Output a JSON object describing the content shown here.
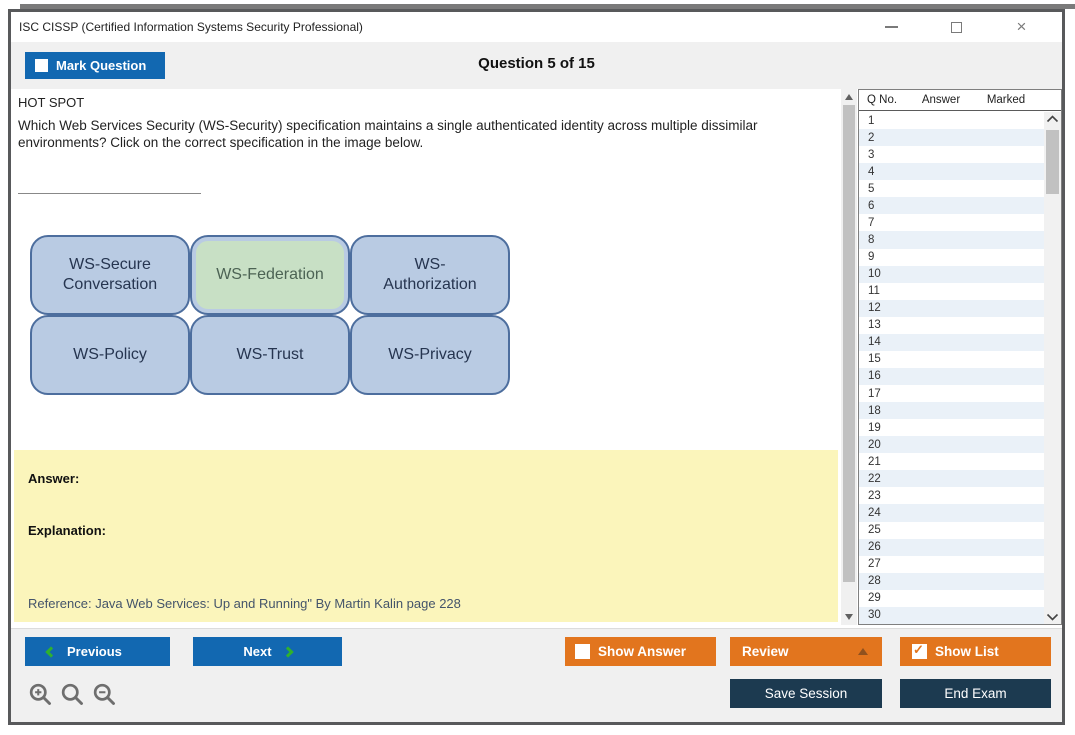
{
  "window": {
    "title": "ISC CISSP (Certified Information Systems Security Professional)",
    "controls": {
      "minimize": "minimize",
      "maximize": "maximize",
      "close": "×"
    }
  },
  "header": {
    "mark_question_label": "Mark Question",
    "mark_question_checked": false,
    "question_counter": "Question 5 of 15"
  },
  "question": {
    "type_label": "HOT SPOT",
    "text": "Which Web Services Security (WS-Security) specification maintains a single authenticated identity across multiple dissimilar environments? Click on the correct specification in the image below.",
    "diagram": {
      "boxes": [
        {
          "lines": [
            "WS-Secure",
            "Conversation"
          ],
          "selected": false
        },
        {
          "lines": [
            "WS-Federation"
          ],
          "selected": true
        },
        {
          "lines": [
            "WS-",
            "Authorization"
          ],
          "selected": false
        },
        {
          "lines": [
            "WS-Policy"
          ],
          "selected": false
        },
        {
          "lines": [
            "WS-Trust"
          ],
          "selected": false
        },
        {
          "lines": [
            "WS-Privacy"
          ],
          "selected": false
        }
      ]
    },
    "answer_label": "Answer:",
    "explanation_label": "Explanation:",
    "reference": "Reference: Java Web Services: Up and Running\" By Martin Kalin page 228"
  },
  "question_list": {
    "columns": [
      "Q No.",
      "Answer",
      "Marked"
    ],
    "row_numbers": [
      "1",
      "2",
      "3",
      "4",
      "5",
      "6",
      "7",
      "8",
      "9",
      "10",
      "11",
      "12",
      "13",
      "14",
      "15",
      "16",
      "17",
      "18",
      "19",
      "20",
      "21",
      "22",
      "23",
      "24",
      "25",
      "26",
      "27",
      "28",
      "29",
      "30"
    ]
  },
  "footer": {
    "previous_label": "Previous",
    "next_label": "Next",
    "show_answer_label": "Show Answer",
    "show_answer_checked": false,
    "review_label": "Review",
    "show_list_label": "Show List",
    "show_list_checked": true,
    "save_session_label": "Save Session",
    "end_exam_label": "End Exam",
    "show_list_check_glyph": "✓"
  },
  "colors": {
    "accent-blue": "#1268b1",
    "accent-orange": "#e2751e",
    "accent-navy": "#1c3a50",
    "accent-green": "#2fb12f",
    "box-blue": "#b9cbe3",
    "box-border": "#4d6e9e",
    "selected-green": "#c8e0c5",
    "highlight-yellow": "#fbf5bb",
    "alt-row-blue": "#eaf1f8"
  }
}
